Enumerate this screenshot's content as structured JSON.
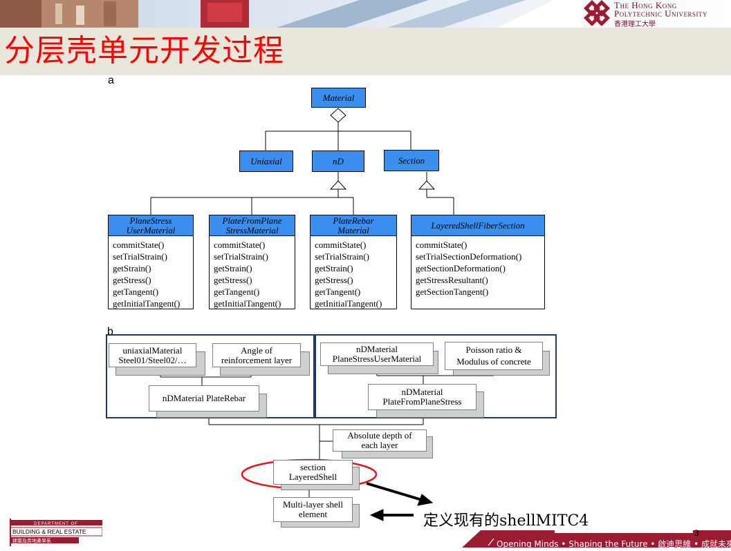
{
  "header": {
    "university_en_line1": "The Hong Kong",
    "university_en_line2": "Polytechnic University",
    "university_cn": "香港理工大學"
  },
  "slide": {
    "title": "分层壳单元开发过程",
    "label_a": "a",
    "label_b": "b",
    "page_number": "3"
  },
  "uml": {
    "root": "Material",
    "level1": [
      "Uniaxial",
      "nD",
      "Section"
    ],
    "classes": [
      {
        "name_line1": "PlaneStress",
        "name_line2": "UserMaterial",
        "methods": [
          "commitState()",
          "setTrialStrain()",
          "getStrain()",
          "getStress()",
          "getTangent()",
          "getInitialTangent()"
        ]
      },
      {
        "name_line1": "PlateFromPlane",
        "name_line2": "StressMaterial",
        "methods": [
          "commitState()",
          "setTrialStrain()",
          "getStrain()",
          "getStress()",
          "getTangent()",
          "getInitialTangent()"
        ]
      },
      {
        "name_line1": "PlateRebar",
        "name_line2": "Material",
        "methods": [
          "commitState()",
          "setTrialStrain()",
          "getStrain()",
          "getStress()",
          "getTangent()",
          "getInitialTangent()"
        ]
      },
      {
        "name_line1": "LayeredShellFiberSection",
        "name_line2": "",
        "methods": [
          "commitState()",
          "setTrialSectionDeformation()",
          "getSectionDeformation()",
          "getStressResultant()",
          "getSectionTangent()"
        ]
      }
    ]
  },
  "flow": {
    "uniaxial_line1": "uniaxialMaterial",
    "uniaxial_line2": "Steel01/Steel02/…",
    "angle_line1": "Angle of",
    "angle_line2": "reinforcement layer",
    "platerebar": "nDMaterial  PlateRebar",
    "psum_line1": "nDMaterial",
    "psum_line2": "PlaneStressUserMaterial",
    "poisson_line1": "Poisson ratio &",
    "poisson_line2": "Modulus of concrete",
    "pfps_line1": "nDMaterial",
    "pfps_line2": "PlateFromPlaneStress",
    "depth_line1": "Absolute depth of",
    "depth_line2": "each layer",
    "section_line1": "section",
    "section_line2": "LayeredShell",
    "element_line1": "Multi-layer shell",
    "element_line2": "element"
  },
  "annotation": {
    "text": "定义现有的shellMITC4",
    "highlight_color": "#e8141b"
  },
  "footer": {
    "slogan": "Opening Minds • Shaping the Future • 啟迪思維 • 成就未來",
    "dept_line1": "DEPARTMENT OF",
    "dept_line2": "BUILDING & REAL ESTATE",
    "dept_line3": "建築及房地產學系",
    "brand_color": "#9b1b30"
  }
}
